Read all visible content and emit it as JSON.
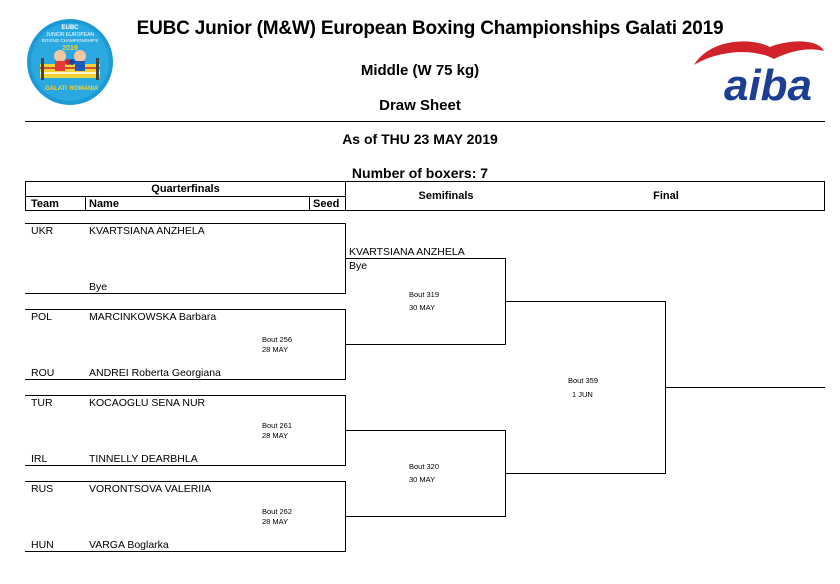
{
  "header": {
    "title": "EUBC Junior (M&W) European Boxing Championships Galati 2019",
    "category": "Middle (W 75 kg)",
    "sheet_title": "Draw Sheet",
    "as_of": "As of THU 23 MAY 2019",
    "boxers_count": "Number of boxers: 7"
  },
  "logos": {
    "left": {
      "line1": "EUBC",
      "line2": "JUNIOR EUROPEAN",
      "line3": "BOXING CHAMPIONSHIPS",
      "year": "2019",
      "city": "GALATI",
      "country": "ROMANIA"
    },
    "right": {
      "text": "aiba",
      "brand_color": "#d2232a",
      "text_color": "#1c3f94"
    }
  },
  "columns": {
    "quarterfinals": "Quarterfinals",
    "team": "Team",
    "name": "Name",
    "seed": "Seed",
    "semifinals": "Semifinals",
    "final": "Final"
  },
  "quarterfinals": [
    {
      "team": "UKR",
      "name": "KVARTSIANA ANZHELA"
    },
    {
      "team": "",
      "name": "Bye"
    },
    {
      "team": "POL",
      "name": "MARCINKOWSKA Barbara"
    },
    {
      "team": "ROU",
      "name": "ANDREI Roberta Georgiana"
    },
    {
      "team": "TUR",
      "name": "KOCAOGLU SENA NUR"
    },
    {
      "team": "IRL",
      "name": "TINNELLY DEARBHLA"
    },
    {
      "team": "RUS",
      "name": "VORONTSOVA VALERIIA"
    },
    {
      "team": "HUN",
      "name": "VARGA Boglarka"
    }
  ],
  "qf_bouts": [
    {
      "bout": "Bout 256",
      "date": "28 MAY"
    },
    {
      "bout": "Bout 261",
      "date": "28 MAY"
    },
    {
      "bout": "Bout 262",
      "date": "28 MAY"
    }
  ],
  "semifinals": {
    "top_name": "KVARTSIANA ANZHELA",
    "top_note": "Bye",
    "bouts": [
      {
        "bout": "Bout 319",
        "date": "30 MAY"
      },
      {
        "bout": "Bout 320",
        "date": "30 MAY"
      }
    ]
  },
  "final": {
    "bout": "Bout 359",
    "date": "1 JUN"
  }
}
